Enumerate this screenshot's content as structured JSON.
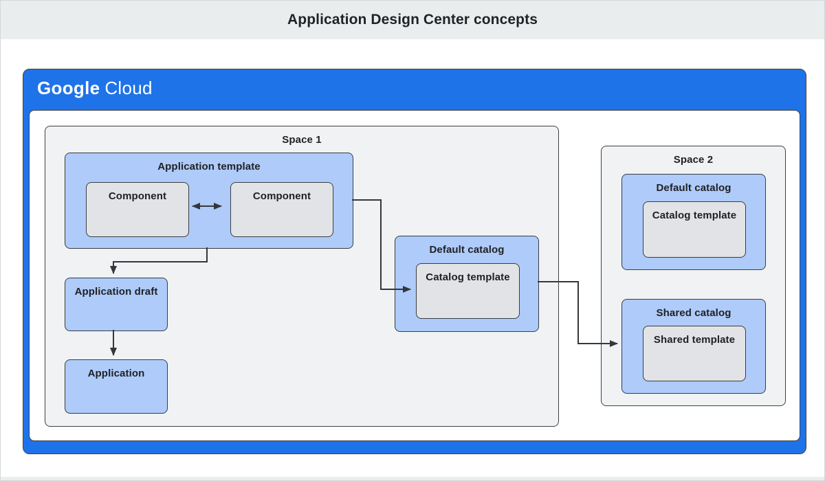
{
  "page": {
    "title": "Application Design Center concepts"
  },
  "brand": {
    "name_part1": "Google",
    "name_part2": "Cloud"
  },
  "spaces": {
    "space1": {
      "label": "Space 1",
      "application_template": {
        "label": "Application template",
        "components": [
          "Component",
          "Component"
        ]
      },
      "application_draft_label": "Application draft",
      "application_label": "Application",
      "default_catalog": {
        "label": "Default catalog",
        "template_label": "Catalog template"
      }
    },
    "space2": {
      "label": "Space 2",
      "default_catalog": {
        "label": "Default catalog",
        "template_label": "Catalog template"
      },
      "shared_catalog": {
        "label": "Shared catalog",
        "template_label": "Shared template"
      }
    }
  },
  "colors": {
    "brand_blue": "#1f73e8",
    "node_blue": "#aecbfa",
    "node_gray": "#e1e3e6",
    "space_gray": "#f0f2f3",
    "header_gray": "#e9edee",
    "border_dark": "#3c4045",
    "arrow_dark": "#33373b",
    "text_dark": "#202124"
  }
}
